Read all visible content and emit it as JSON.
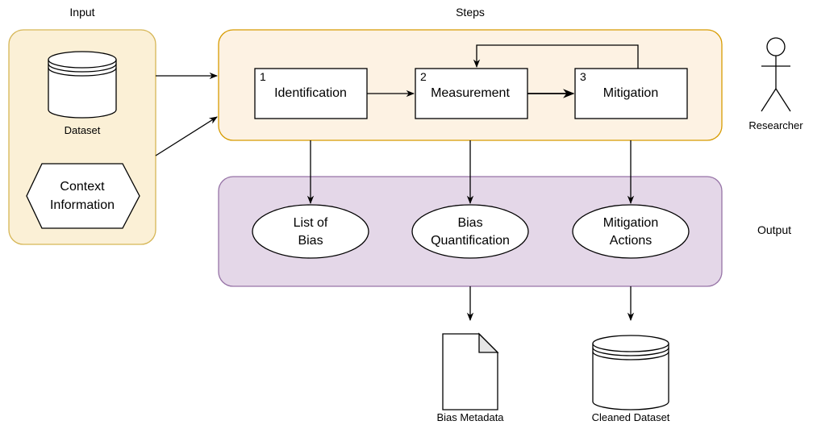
{
  "labels": {
    "input": "Input",
    "steps": "Steps",
    "output": "Output",
    "researcher": "Researcher"
  },
  "inputs": {
    "dataset": "Dataset",
    "context_line1": "Context",
    "context_line2": "Information"
  },
  "steps": [
    {
      "num": "1",
      "label": "Identification"
    },
    {
      "num": "2",
      "label": "Measurement"
    },
    {
      "num": "3",
      "label": "Mitigation"
    }
  ],
  "outputs": [
    {
      "line1": "List of",
      "line2": "Bias"
    },
    {
      "line1": "Bias",
      "line2": "Quantification"
    },
    {
      "line1": "Mitigation",
      "line2": "Actions"
    }
  ],
  "artifacts": {
    "bias_metadata": "Bias Metadata",
    "cleaned_dataset": "Cleaned Dataset"
  },
  "colors": {
    "input_fill": "#fbf0d6",
    "input_stroke": "#d6b656",
    "steps_fill": "#fdf2e3",
    "steps_stroke": "#d79b00",
    "output_fill": "#e4d7e8",
    "output_stroke": "#9673a6"
  }
}
